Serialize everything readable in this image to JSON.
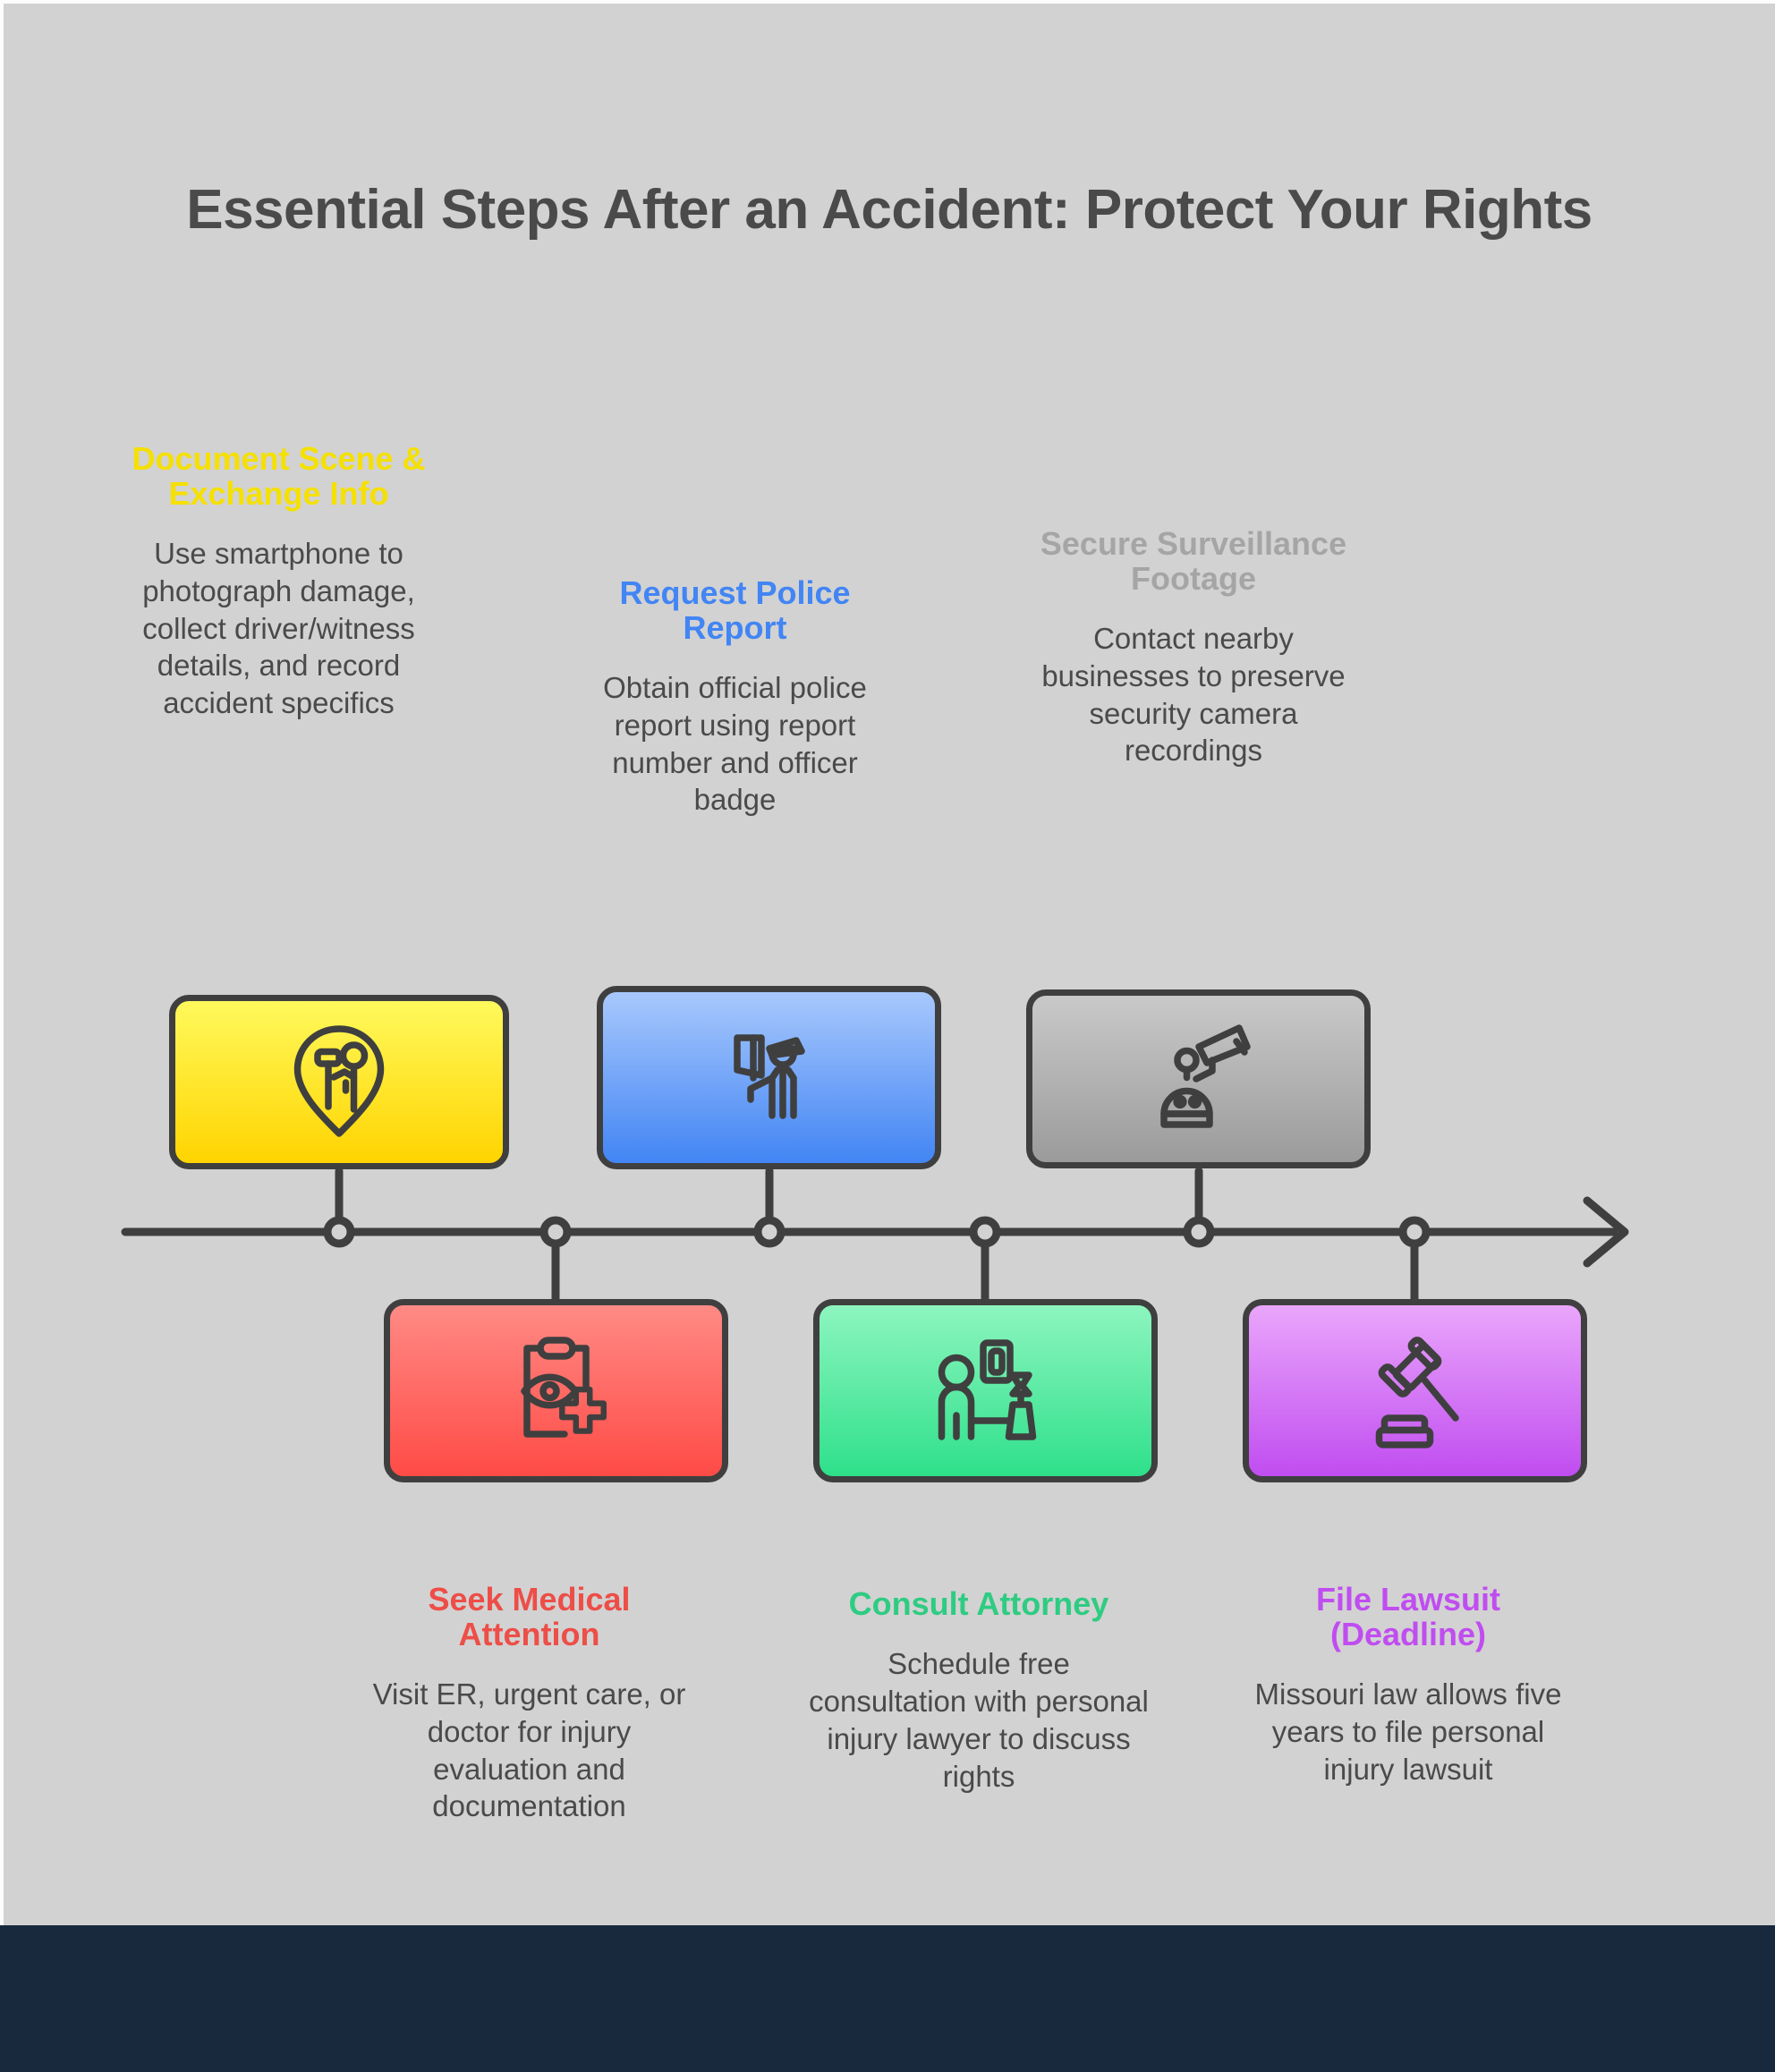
{
  "page": {
    "title": "Essential Steps After an Accident: Protect Your Rights",
    "background_color": "#d2d2d2",
    "footer_color": "#18293e",
    "timeline_color": "#3f3f3f"
  },
  "steps": [
    {
      "position": "top",
      "heading": "Document Scene & Exchange Info",
      "description": "Use smartphone to photograph damage, collect driver/witness details, and record accident specifics",
      "heading_color": "#f5e000",
      "card_color_top": "#fff95c",
      "card_color_bottom": "#ffd400",
      "icon": "location-pin-photographer-icon"
    },
    {
      "position": "top",
      "heading": "Request Police Report",
      "description": "Obtain official police report using report number and officer badge",
      "heading_color": "#4285f4",
      "card_color_top": "#a8c8fc",
      "card_color_bottom": "#4285f4",
      "icon": "police-officer-report-icon"
    },
    {
      "position": "top",
      "heading": "Secure Surveillance Footage",
      "description": "Contact nearby businesses to preserve security camera recordings",
      "heading_color": "#a5a5a5",
      "card_color_top": "#c9c9c9",
      "card_color_bottom": "#9b9b9b",
      "icon": "cctv-camera-icon"
    },
    {
      "position": "bottom",
      "heading": "Seek Medical Attention",
      "description": "Visit ER, urgent care, or doctor for injury evaluation and documentation",
      "heading_color": "#ed4e47",
      "card_color_top": "#ff8a85",
      "card_color_bottom": "#ff4b46",
      "icon": "medical-clipboard-eye-icon"
    },
    {
      "position": "bottom",
      "heading": "Consult Attorney",
      "description": "Schedule free consultation with personal injury lawyer to discuss rights",
      "heading_color": "#2ecc82",
      "card_color_top": "#8df5bf",
      "card_color_bottom": "#2ee08a",
      "icon": "attorney-consultation-icon"
    },
    {
      "position": "bottom",
      "heading": "File Lawsuit (Deadline)",
      "description": "Missouri law allows five years to file personal injury lawsuit",
      "heading_color": "#c04df0",
      "card_color_top": "#eaa6fb",
      "card_color_bottom": "#c04df0",
      "icon": "gavel-icon"
    }
  ]
}
